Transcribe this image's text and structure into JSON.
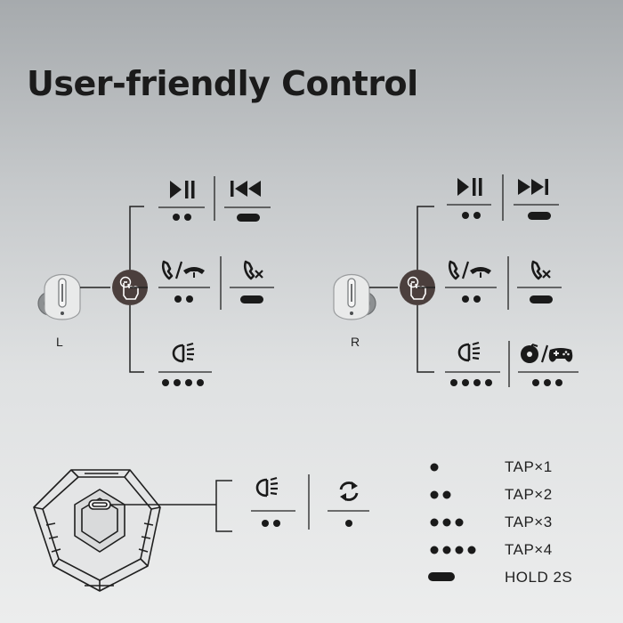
{
  "title": "User-friendly Control",
  "earbuds": {
    "left_label": "L",
    "right_label": "R"
  },
  "legend": [
    {
      "gesture": "tap-1",
      "label": "TAP×1"
    },
    {
      "gesture": "tap-2",
      "label": "TAP×2"
    },
    {
      "gesture": "tap-3",
      "label": "TAP×3"
    },
    {
      "gesture": "tap-4",
      "label": "TAP×4"
    },
    {
      "gesture": "hold-2s",
      "label": "HOLD 2S"
    }
  ],
  "controls": {
    "left": [
      {
        "function": "play-pause",
        "icon": "play-pause-icon",
        "gesture": "tap-2"
      },
      {
        "function": "previous-track",
        "icon": "previous-track-icon",
        "gesture": "hold-2s"
      },
      {
        "function": "answer-end-call",
        "icon": "answer-end-call-icon",
        "gesture": "tap-2"
      },
      {
        "function": "reject-call",
        "icon": "reject-call-icon",
        "gesture": "hold-2s"
      },
      {
        "function": "lighting",
        "icon": "light-icon",
        "gesture": "tap-4"
      }
    ],
    "right": [
      {
        "function": "play-pause",
        "icon": "play-pause-icon",
        "gesture": "tap-2"
      },
      {
        "function": "next-track",
        "icon": "next-track-icon",
        "gesture": "hold-2s"
      },
      {
        "function": "answer-end-call",
        "icon": "answer-end-call-icon",
        "gesture": "tap-2"
      },
      {
        "function": "reject-call",
        "icon": "reject-call-icon",
        "gesture": "hold-2s"
      },
      {
        "function": "lighting",
        "icon": "light-icon",
        "gesture": "tap-4"
      },
      {
        "function": "music-game-mode",
        "icon": "music-game-mode-icon",
        "gesture": "tap-3"
      }
    ],
    "case": [
      {
        "function": "lighting",
        "icon": "light-icon",
        "gesture": "tap-2"
      },
      {
        "function": "reset",
        "icon": "refresh-icon",
        "gesture": "tap-1"
      }
    ]
  },
  "colors": {
    "ink": "#1a1a1a",
    "touch_button": "#4b3f3d",
    "background_top": "#a6aaad",
    "background_bottom": "#eceded"
  }
}
